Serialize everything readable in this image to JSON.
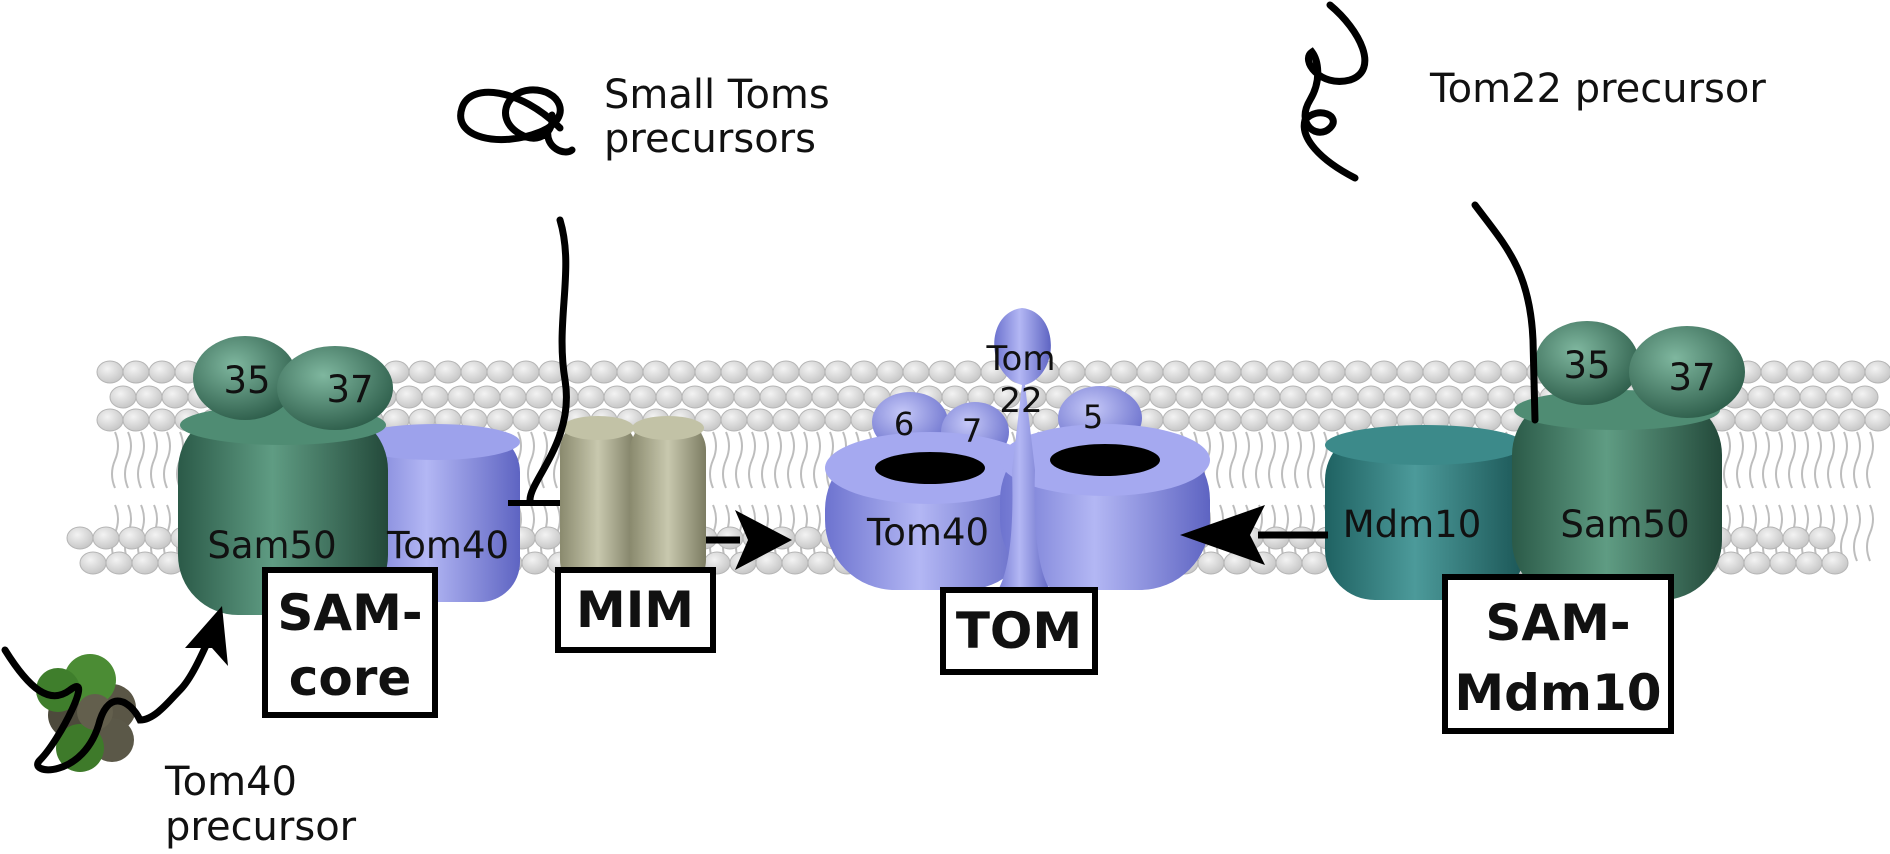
{
  "labels": {
    "small_toms": [
      "Small Toms",
      "precursors"
    ],
    "tom22_precursor": "Tom22 precursor",
    "tom40_precursor": [
      "Tom40",
      "precursor"
    ]
  },
  "sam_core": {
    "sub_35": "35",
    "sub_37": "37",
    "sam50": "Sam50",
    "tom40": "Tom40",
    "box": [
      "SAM-",
      "core"
    ]
  },
  "mim": {
    "box": "MIM"
  },
  "tom": {
    "tom40": "Tom40",
    "tom22": [
      "Tom",
      "22"
    ],
    "small_6": "6",
    "small_7": "7",
    "small_5": "5",
    "box": "TOM"
  },
  "sam_mdm10": {
    "sub_35": "35",
    "sub_37": "37",
    "sam50": "Sam50",
    "mdm10": "Mdm10",
    "box": [
      "SAM-",
      "Mdm10"
    ]
  },
  "colors": {
    "sam_green": "#3e7a64",
    "tom_blue": "#8a90e0",
    "mim_khaki": "#a8a88c",
    "mdm10_teal": "#2f8080",
    "membrane_grey": "#dcdcdc"
  }
}
